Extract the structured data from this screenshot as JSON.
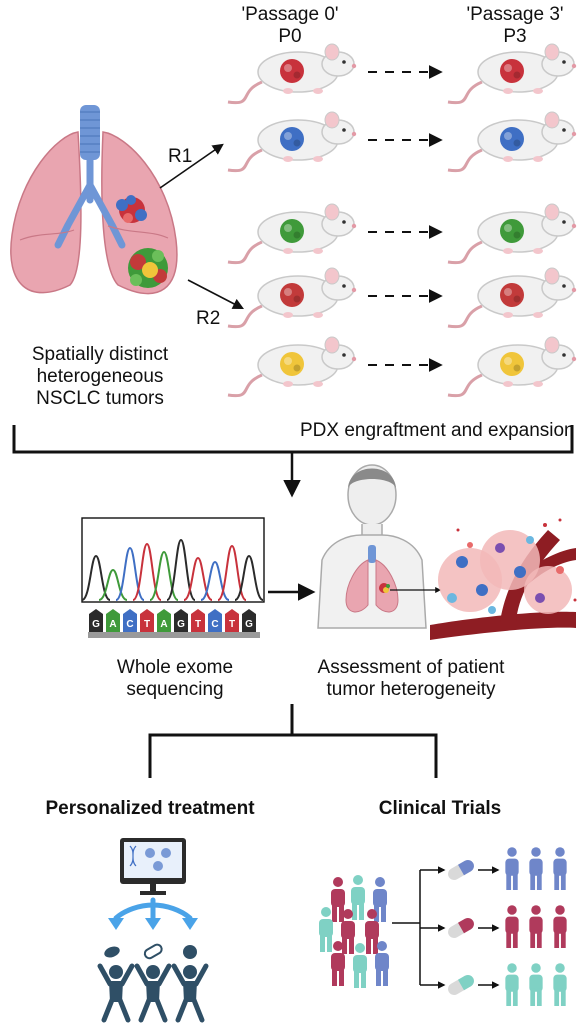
{
  "labels": {
    "passage0_line1": "'Passage 0'",
    "passage0_line2": "P0",
    "passage3_line1": "'Passage 3'",
    "passage3_line2": "P3",
    "region1": "R1",
    "region2": "R2",
    "tumors_line1": "Spatially distinct",
    "tumors_line2": "heterogeneous",
    "tumors_line3": "NSCLC tumors",
    "pdx": "PDX engraftment and  expansion",
    "wes_line1": "Whole exome",
    "wes_line2": "sequencing",
    "assess_line1": "Assessment of patient",
    "assess_line2": "tumor heterogeneity",
    "personalized": "Personalized treatment",
    "trials": "Clinical Trials"
  },
  "dna_bases": [
    "G",
    "A",
    "C",
    "T",
    "A",
    "G",
    "T",
    "C",
    "T",
    "G"
  ],
  "colors": {
    "tumor_rows": [
      "#c8323c",
      "#3f6fc4",
      "#3f9a3a",
      "#c23a3a",
      "#f0c53a"
    ],
    "base_colors": {
      "A": "#3f9a3a",
      "C": "#3f6fc4",
      "G": "#2b2b2b",
      "T": "#c8323c"
    },
    "magenta_person": "#b03a5c",
    "teal_person": "#7fd1c4",
    "blue_person": "#6f86c9",
    "navy_person": "#2f4f66",
    "arrow_blue": "#4aa3e8"
  }
}
